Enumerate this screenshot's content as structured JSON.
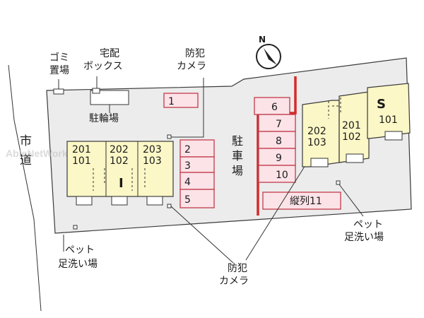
{
  "compass": {
    "label": "N"
  },
  "city_road": "市道",
  "labels": {
    "garbage": "ゴミ\n置場",
    "delivery_box": "宅配\nボックス",
    "bicycle_parking": "駐輪場",
    "camera_top": "防犯\nカメラ",
    "camera_bottom": "防犯\nカメラ",
    "parking": "駐車場",
    "pet_wash_left": "ペット\n足洗い場",
    "pet_wash_right": "ペット\n足洗い場"
  },
  "building_i": {
    "name": "I",
    "units": [
      {
        "upper": "201",
        "lower": "101"
      },
      {
        "upper": "202",
        "lower": "102"
      },
      {
        "upper": "203",
        "lower": "103"
      }
    ]
  },
  "building_s": {
    "name": "S",
    "units": [
      {
        "upper": "202",
        "lower": "103"
      },
      {
        "upper": "201",
        "lower": "102"
      },
      {
        "upper": "",
        "lower": "101"
      }
    ]
  },
  "parking_spaces": {
    "single": "1",
    "left_column": [
      "2",
      "3",
      "4",
      "5"
    ],
    "right_column": [
      "6",
      "7",
      "8",
      "9",
      "10"
    ],
    "tandem": "縦列11"
  },
  "watermark": "AbleNetWork",
  "colors": {
    "building_fill": "#fbf7c6",
    "parking_fill": "#fbe3e8",
    "parking_stroke": "#c23b4a",
    "boundary_red": "#d42a2a",
    "site_fill": "#ececec"
  }
}
